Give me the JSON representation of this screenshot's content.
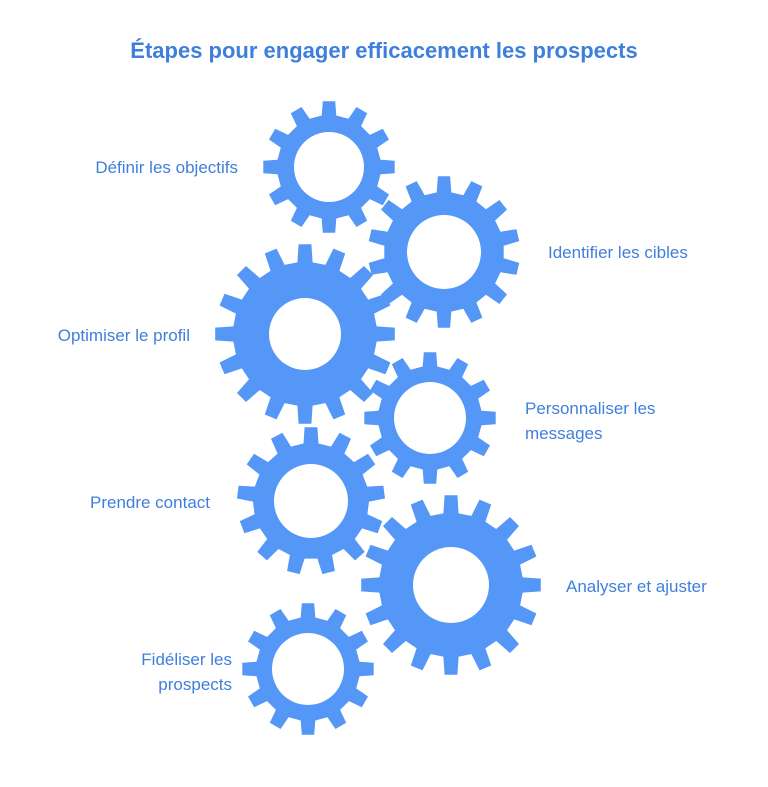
{
  "title": "Étapes pour engager efficacement les prospects",
  "colors": {
    "gear": "#5597f6",
    "text": "#3f7fdc",
    "background": "#ffffff"
  },
  "steps": [
    {
      "label": "Définir les objectifs"
    },
    {
      "label": "Identifier les cibles"
    },
    {
      "label": "Optimiser le profil"
    },
    {
      "label": "Personnaliser les\nmessages"
    },
    {
      "label": "Prendre contact"
    },
    {
      "label": "Analyser et ajuster"
    },
    {
      "label": "Fidéliser les\nprospects"
    }
  ]
}
